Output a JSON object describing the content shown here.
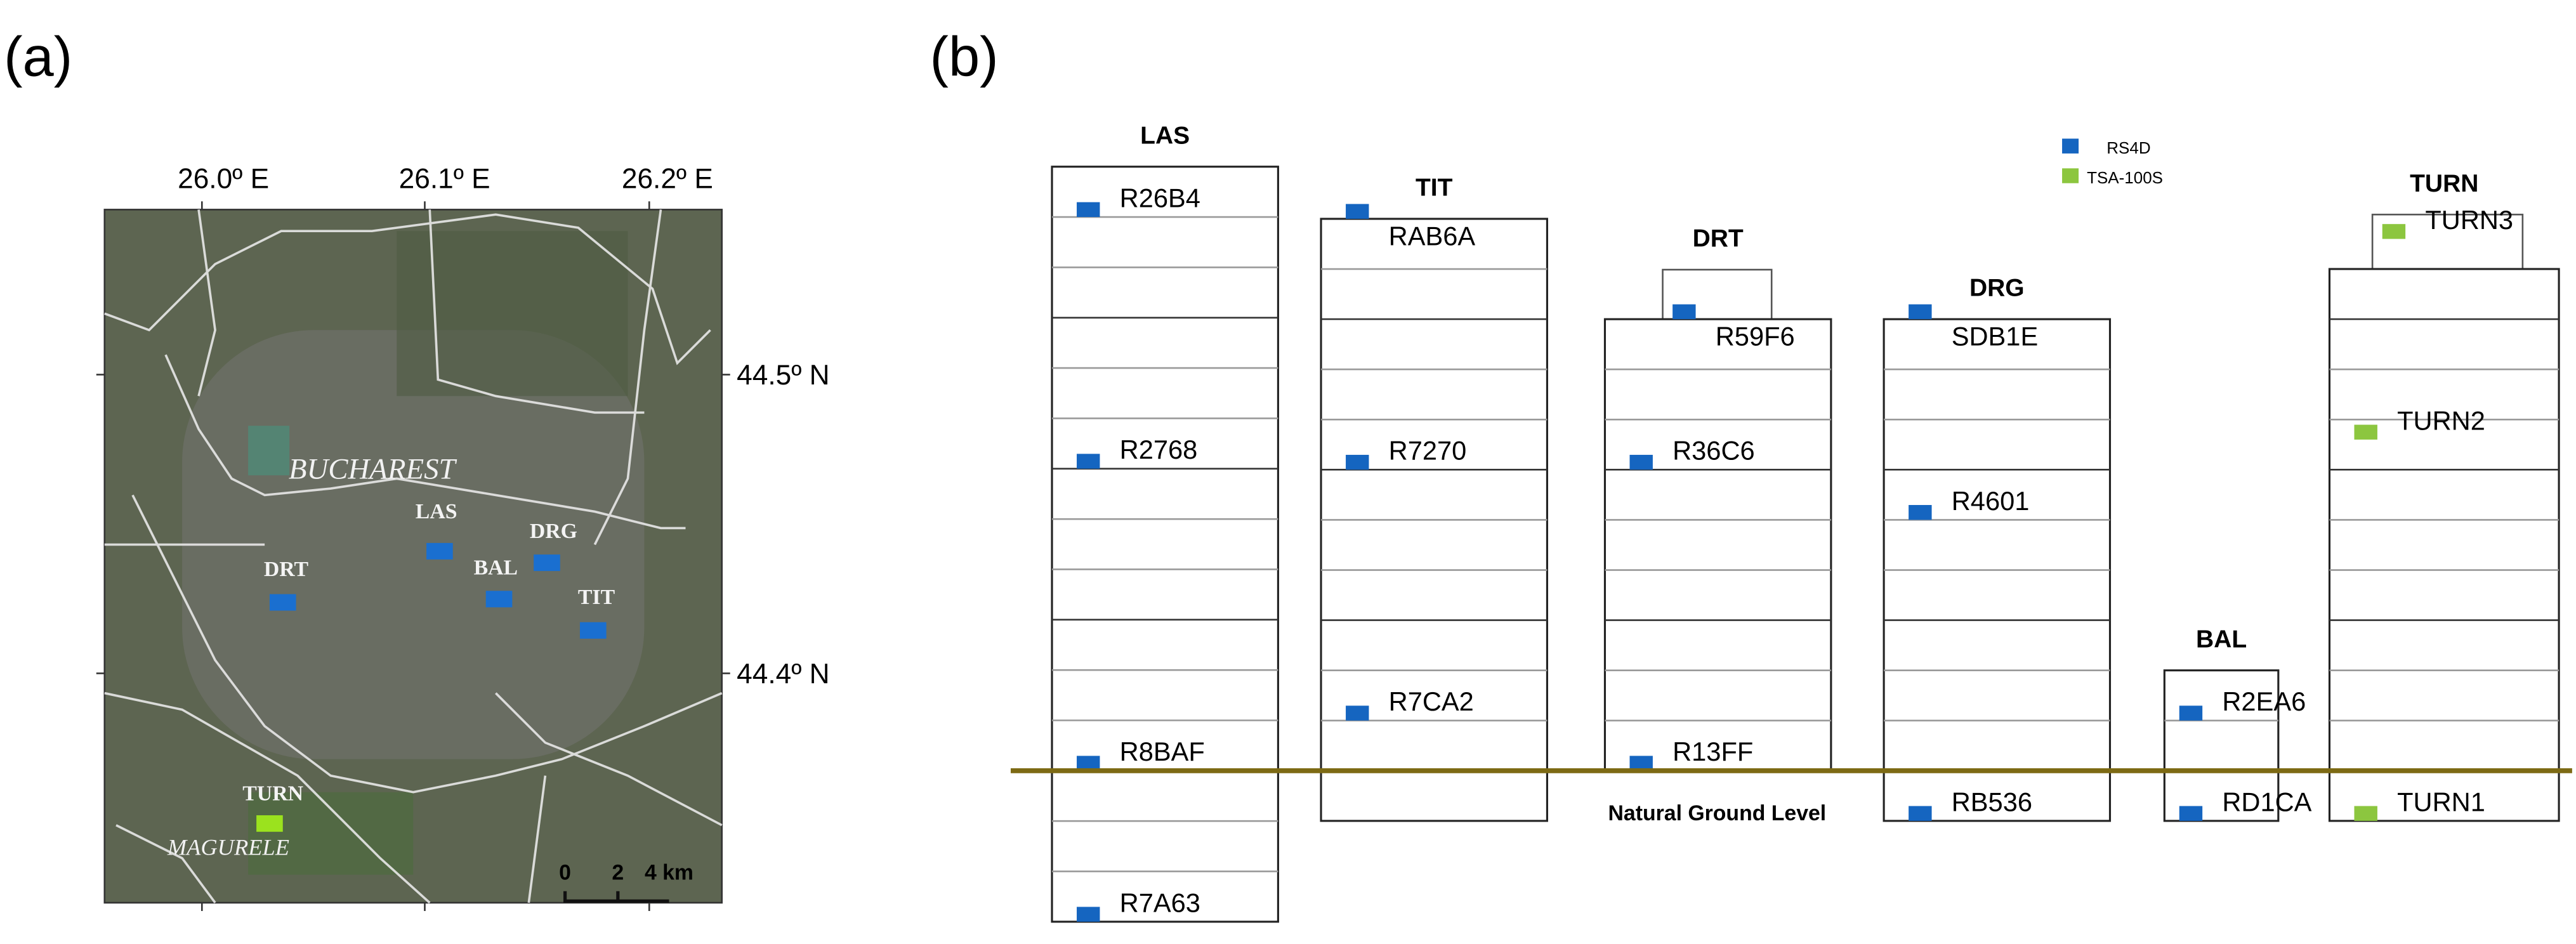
{
  "panel_a": {
    "label": "(a)",
    "lon_ticks": [
      "26.0º E",
      "26.1º E",
      "26.2º E"
    ],
    "lat_ticks": [
      "44.5º N",
      "44.4º N"
    ],
    "city_label": "BUCHAREST",
    "town_label": "MAGURELE",
    "scale_bar": {
      "labels": [
        "0",
        "2",
        "4 km"
      ]
    },
    "sites": [
      {
        "name": "LAS",
        "color": "#1a6fd0"
      },
      {
        "name": "DRG",
        "color": "#1a6fd0"
      },
      {
        "name": "BAL",
        "color": "#1a6fd0"
      },
      {
        "name": "DRT",
        "color": "#1a6fd0"
      },
      {
        "name": "TIT",
        "color": "#1a6fd0"
      },
      {
        "name": "TURN",
        "color": "#9be21e"
      }
    ]
  },
  "panel_b": {
    "label": "(b)",
    "ground_label": "Natural Ground Level",
    "ground_color": "#7d6a14",
    "legend": [
      {
        "label": "RS4D",
        "color": "#1565c0"
      },
      {
        "label": "TSA-100S",
        "color": "#8cc63f"
      }
    ],
    "buildings": [
      {
        "name": "LAS",
        "floors_above": 12,
        "floors_below": 3,
        "sensors": [
          {
            "id": "R26B4",
            "type": "RS4D",
            "level": 11
          },
          {
            "id": "R2768",
            "type": "RS4D",
            "level": 6
          },
          {
            "id": "R8BAF",
            "type": "RS4D",
            "level": 0
          },
          {
            "id": "R7A63",
            "type": "RS4D",
            "level": -3
          }
        ]
      },
      {
        "name": "TIT",
        "floors_above": 11,
        "floors_below": 1,
        "sensors": [
          {
            "id": "RAB6A",
            "type": "RS4D",
            "level": 11
          },
          {
            "id": "R7270",
            "type": "RS4D",
            "level": 6
          },
          {
            "id": "R7CA2",
            "type": "RS4D",
            "level": 1
          }
        ]
      },
      {
        "name": "DRT",
        "floors_above": 9,
        "floors_below": 0,
        "penthouse": true,
        "sensors": [
          {
            "id": "R59F6",
            "type": "RS4D",
            "level": 9
          },
          {
            "id": "R36C6",
            "type": "RS4D",
            "level": 6
          },
          {
            "id": "R13FF",
            "type": "RS4D",
            "level": 0
          }
        ]
      },
      {
        "name": "DRG",
        "floors_above": 9,
        "floors_below": 1,
        "sensors": [
          {
            "id": "SDB1E",
            "type": "RS4D",
            "level": 9
          },
          {
            "id": "R4601",
            "type": "RS4D",
            "level": 5
          },
          {
            "id": "RB536",
            "type": "RS4D",
            "level": -1
          }
        ]
      },
      {
        "name": "BAL",
        "floors_above": 2,
        "floors_below": 1,
        "sensors": [
          {
            "id": "R2EA6",
            "type": "RS4D",
            "level": 1
          },
          {
            "id": "RD1CA",
            "type": "RS4D",
            "level": -1
          }
        ]
      },
      {
        "name": "TURN",
        "floors_above": 10,
        "floors_below": 1,
        "penthouse": true,
        "sensors": [
          {
            "id": "TURN3",
            "type": "TSA-100S",
            "level": 10.6
          },
          {
            "id": "TURN2",
            "type": "TSA-100S",
            "level": 6.6
          },
          {
            "id": "TURN1",
            "type": "TSA-100S",
            "level": -1
          }
        ]
      }
    ]
  }
}
